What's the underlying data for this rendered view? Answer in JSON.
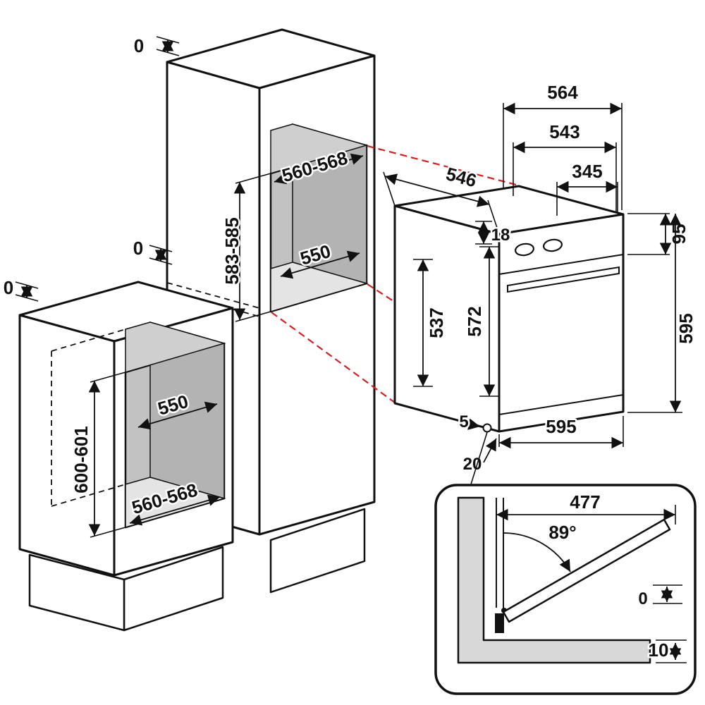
{
  "diagram": {
    "description": "Built-in oven installation drawing with column cabinet niche, under-counter cabinet niche, oven overall dimensions and door-opening detail",
    "colors": {
      "line": "#111111",
      "projection_red": "#d81e1e",
      "niche_back": "#c2c2c2",
      "niche_side": "#b3b3b3",
      "niche_floor": "#e4e4e4",
      "section_gray": "#d8d8d8",
      "background": "#ffffff"
    },
    "dims": {
      "tall_cabinet": {
        "top_gap": "0",
        "niche_width": "560-568",
        "niche_height": "583-585",
        "niche_depth": "550",
        "flush_gap": "0"
      },
      "base_cabinet": {
        "top_gap": "0",
        "niche_width": "560-568",
        "niche_height": "600-601",
        "niche_depth": "550"
      },
      "oven": {
        "depth": "546",
        "width_rear": "564",
        "width_body": "543",
        "width_vent": "345",
        "frame_overlap": "18",
        "panel_height": "95",
        "cavity_height": "537",
        "door_height": "572",
        "height": "595",
        "width": "595",
        "hinge_gap": "5",
        "bottom_clearance": "20"
      },
      "detail": {
        "door_length": "477",
        "opening_angle": "89°",
        "door_gap": "0",
        "floor_gap": "10"
      }
    }
  }
}
